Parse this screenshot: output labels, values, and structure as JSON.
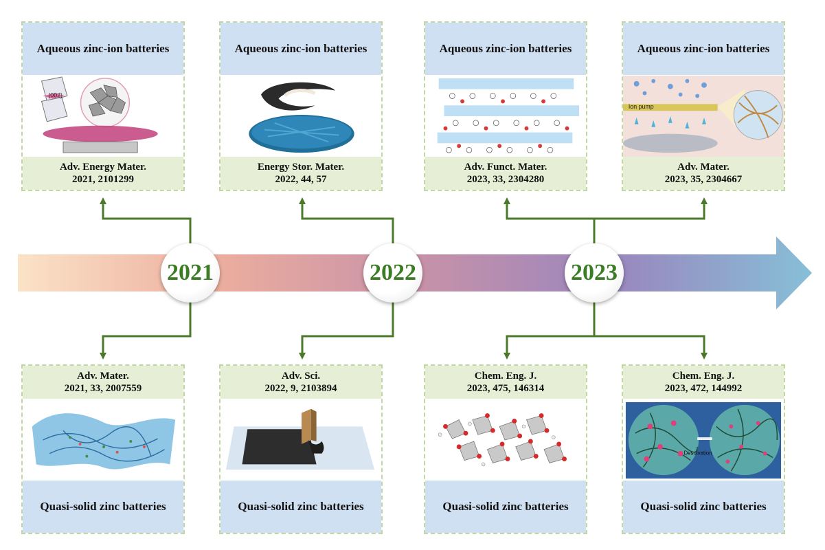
{
  "years": [
    "2021",
    "2022",
    "2023"
  ],
  "top_cards": [
    {
      "title": "Aqueous zinc-ion batteries",
      "journal": "Adv. Energy Mater.",
      "ref": "2021, 2101299",
      "figure_labels": [
        "(002)"
      ]
    },
    {
      "title": "Aqueous zinc-ion batteries",
      "journal": "Energy Stor. Mater.",
      "ref": "2022, 44, 57"
    },
    {
      "title": "Aqueous zinc-ion batteries",
      "journal": "Adv. Funct. Mater.",
      "ref": "2023, 33, 2304280"
    },
    {
      "title": "Aqueous zinc-ion batteries",
      "journal": "Adv. Mater.",
      "ref": "2023, 35, 2304667",
      "figure_labels": [
        "Ion pump"
      ]
    }
  ],
  "bottom_cards": [
    {
      "title": "Quasi-solid zinc batteries",
      "journal": "Adv. Mater.",
      "ref": "2021, 33, 2007559"
    },
    {
      "title": "Quasi-solid zinc batteries",
      "journal": "Adv. Sci.",
      "ref": "2022, 9, 2103894"
    },
    {
      "title": "Quasi-solid zinc batteries",
      "journal": "Chem. Eng. J.",
      "ref": "2023, 475, 146314"
    },
    {
      "title": "Quasi-solid zinc batteries",
      "journal": "Chem. Eng. J.",
      "ref": "2023, 472, 144992",
      "figure_labels": [
        "Desolvation"
      ]
    }
  ],
  "colors": {
    "connector": "#4a7a2a",
    "year_text": "#3b7d24",
    "title_band": "#cfe0f3",
    "cite_band": "#e6efd6",
    "card_border": "#bfd7a4"
  }
}
